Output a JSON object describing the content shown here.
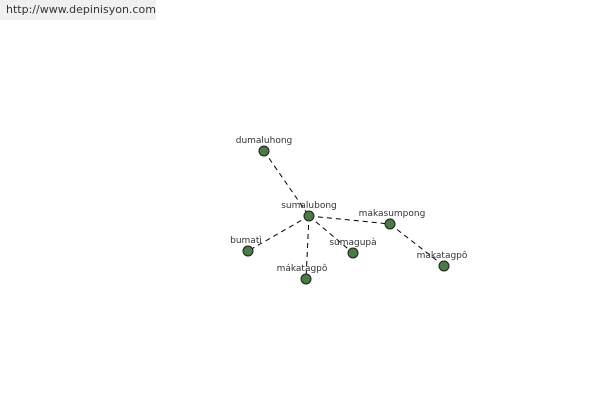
{
  "site_url": "http://www.depinisyon.com/",
  "colors": {
    "node_fill": "#4a7a45",
    "node_stroke": "#1f1f1f",
    "edge": "#000000",
    "label": "#333333"
  },
  "graph": {
    "nodes": [
      {
        "id": "dumaluhong",
        "label": "dumaluhong"
      },
      {
        "id": "sumalubong",
        "label": "sumalubong"
      },
      {
        "id": "makasumpong",
        "label": "makasumpong"
      },
      {
        "id": "bumati",
        "label": "bumatì"
      },
      {
        "id": "sumagupa",
        "label": "sumagupà"
      },
      {
        "id": "makatagpo1",
        "label": "mákatagpô"
      },
      {
        "id": "makatagpo2",
        "label": "makatagpô"
      }
    ],
    "edges": [
      {
        "from": "dumaluhong",
        "to": "sumalubong"
      },
      {
        "from": "sumalubong",
        "to": "makasumpong"
      },
      {
        "from": "sumalubong",
        "to": "bumati"
      },
      {
        "from": "sumalubong",
        "to": "sumagupa"
      },
      {
        "from": "sumalubong",
        "to": "makatagpo1"
      },
      {
        "from": "makasumpong",
        "to": "makatagpo2"
      }
    ]
  }
}
